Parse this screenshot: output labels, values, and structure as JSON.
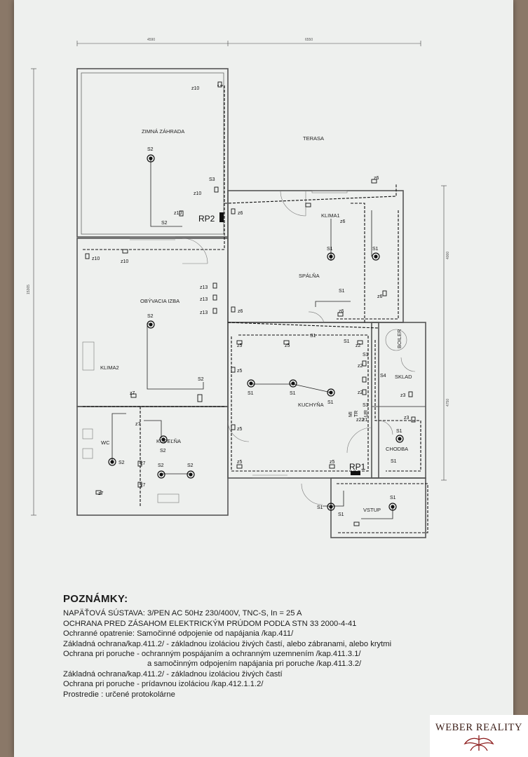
{
  "plan": {
    "dimensions": {
      "top_left": "4590",
      "top_right": "6550",
      "left": "15365",
      "right_upper": "4000",
      "right_lower": "4750"
    },
    "rooms": {
      "zimna_zahrada": "ZIMNÁ ZÁHRADA",
      "terasa": "TERASA",
      "spalna": "SPÁLŇA",
      "obyvacia_izba": "OBÝVACIA IZBA",
      "klima2": "KLIMA2",
      "klima1": "KLIMA1",
      "kupelna": "KÚPEĽŇA",
      "wc": "WC",
      "kuchyna": "KUCHYŇA",
      "sklad": "SKLAD",
      "boiler": "BOILER",
      "chodba": "CHODBA",
      "vstup": "VSTUP"
    },
    "panels": {
      "rp1": "RP1",
      "rp2": "RP2"
    },
    "symbols": {
      "s1": "S1",
      "s2": "S2",
      "s3": "S3",
      "s4": "S4",
      "z1": "z1",
      "z2": "z2",
      "z3": "z3",
      "z5": "z5",
      "z6": "z6",
      "z7": "z7",
      "z10": "z10",
      "z13": "z13",
      "z22": "z22",
      "tr": "TR",
      "mi": "MI",
      "ur": "UR"
    }
  },
  "notes": {
    "title": "POZNÁMKY:",
    "lines": [
      "NAPÄŤOVÁ SÚSTAVA: 3/PEN AC 50Hz 230/400V, TNC-S, In = 25 A",
      "OCHRANA PRED ZÁSAHOM ELEKTRICKÝM PRÚDOM PODĽA STN 33 2000-4-41",
      "Ochranné opatrenie: Samočinné odpojenie od napájania /kap.411/",
      "Základná ochrana/kap.411.2/ - základnou izoláciou živých častí, alebo zábranami, alebo krytmi",
      "Ochrana pri poruche  - ochranným pospájaním a ochranným uzemnením /kap.411.3.1/",
      "a samočinným odpojením napájania pri poruche /kap.411.3.2/",
      "Základná ochrana/kap.411.2/ - základnou izoláciou živých častí",
      "Ochrana pri poruche - prídavnou izoláciou /kap.412.1.1.2/",
      "Prostredie : určené protokolárne"
    ]
  },
  "logo": {
    "brand": "WEBER REALITY"
  }
}
